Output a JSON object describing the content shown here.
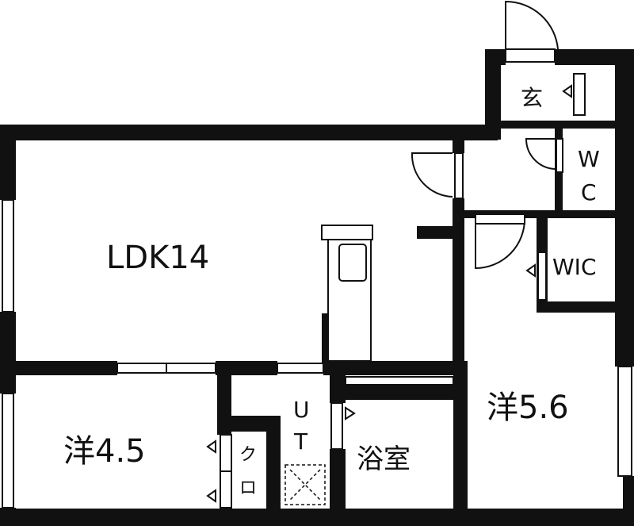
{
  "rooms": {
    "ldk": "LDK14",
    "western_45": "洋4.5",
    "western_56": "洋5.6",
    "entrance": "玄",
    "wc_line1": "W",
    "wc_line2": "C",
    "wic": "WIC",
    "ut_line1": "U",
    "ut_line2": "T",
    "bath": "浴室",
    "closet_line1": "ク",
    "closet_line2": "ロ"
  },
  "colors": {
    "wall": "#111111",
    "background": "#ffffff"
  }
}
